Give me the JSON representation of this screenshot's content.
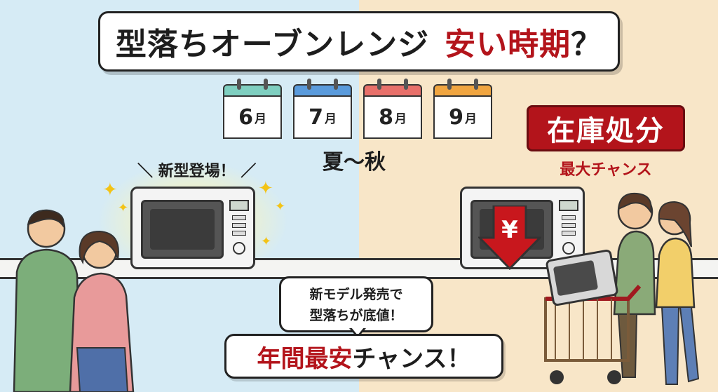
{
  "title": {
    "main": "型落ちオーブンレンジ",
    "accent": "安い時期",
    "question": "？"
  },
  "calendars": [
    {
      "num": "6",
      "unit": "月",
      "color": "#7fcfc0"
    },
    {
      "num": "7",
      "unit": "月",
      "color": "#5a9bdc"
    },
    {
      "num": "8",
      "unit": "月",
      "color": "#e8706a"
    },
    {
      "num": "9",
      "unit": "月",
      "color": "#f0a540"
    }
  ],
  "season_label": "夏〜秋",
  "new_model_label": "＼ 新型登場！ ／",
  "clearance": {
    "badge": "在庫処分",
    "sub": "最大チャンス"
  },
  "price_drop_icon": "yen-down-arrow-icon",
  "bubble": {
    "line1": "新モデル発売で",
    "line2": "型落ちが底値！"
  },
  "cta": {
    "red_text": "年間最安",
    "dark_text": "チャンス！"
  },
  "colors": {
    "left_bg": "#d6ebf5",
    "right_bg": "#f8e6c8",
    "accent_red": "#b3141b"
  }
}
